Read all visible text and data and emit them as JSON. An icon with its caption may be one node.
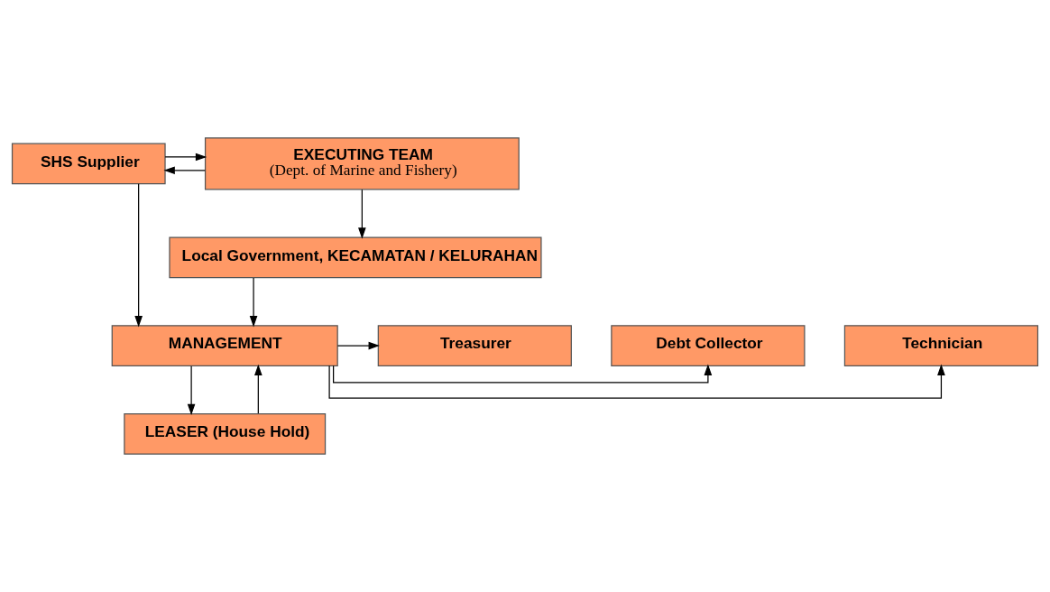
{
  "diagram": {
    "nodes": [
      {
        "text": [
          "SHS Supplier"
        ]
      },
      {
        "text": [
          "EXECUTING TEAM",
          "(Dept. of Marine and Fishery)"
        ]
      },
      {
        "text": [
          "Local Government, KECAMATAN / KELURAHAN"
        ]
      },
      {
        "text": [
          "MANAGEMENT"
        ]
      },
      {
        "text": [
          "LEASER (House Hold)"
        ]
      },
      {
        "text": [
          "Technician"
        ]
      },
      {
        "text": [
          "Debt Collector"
        ]
      },
      {
        "text": [
          "Treasurer"
        ]
      }
    ],
    "edges": [
      {
        "from": 0,
        "to": 1,
        "arrow": "to"
      },
      {
        "from": 1,
        "to": 0,
        "arrow": "to"
      },
      {
        "from": 1,
        "to": 2,
        "arrow": "to"
      },
      {
        "from": 2,
        "to": 3,
        "arrow": "to"
      },
      {
        "from": 0,
        "to": 3,
        "arrow": "to"
      },
      {
        "from": 3,
        "to": 4,
        "arrow": "to"
      },
      {
        "from": 4,
        "to": 3,
        "arrow": "to"
      },
      {
        "from": 3,
        "to": 5,
        "arrow": "to"
      },
      {
        "from": 3,
        "to": 6,
        "arrow": "to"
      },
      {
        "from": 3,
        "to": 7,
        "arrow": "to"
      }
    ]
  }
}
